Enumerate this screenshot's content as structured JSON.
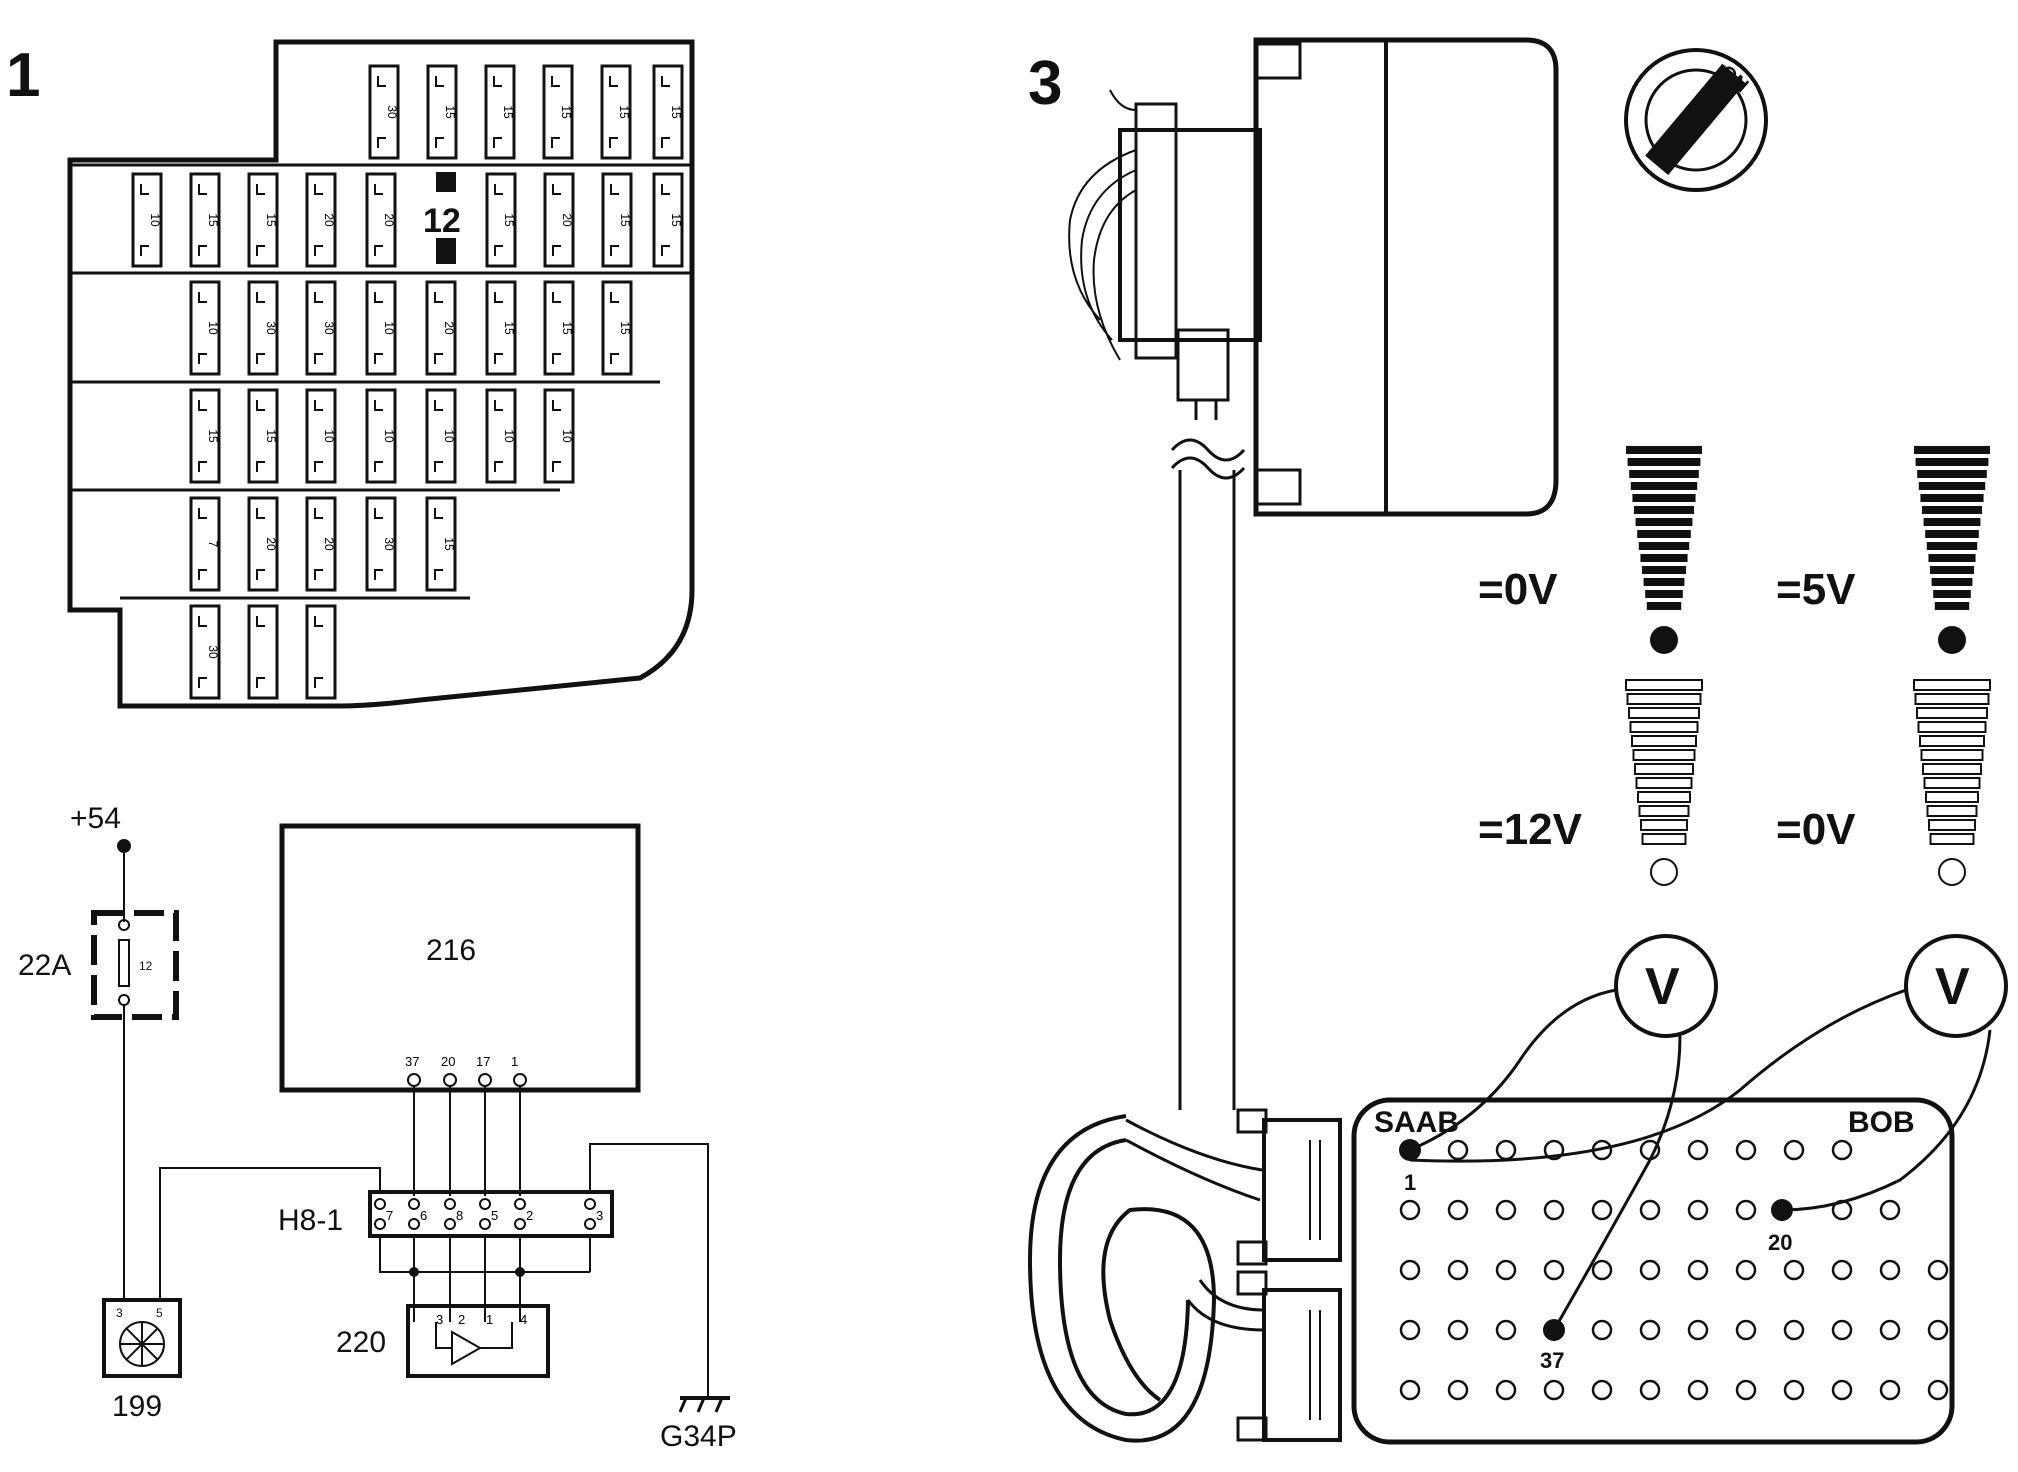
{
  "panels": {
    "panel1_number": "1",
    "panel3_number": "3"
  },
  "fuse_box": {
    "highlighted_fuse": "12",
    "rows": [
      [
        "30",
        "15",
        "15",
        "15",
        "15",
        "15"
      ],
      [
        "10",
        "15",
        "15",
        "20",
        "20",
        "",
        "15",
        "20",
        "15",
        "15"
      ],
      [
        "10",
        "30",
        "30",
        "10",
        "20",
        "15",
        "15",
        "15"
      ],
      [
        "15",
        "15",
        "10",
        "10",
        "10",
        "10",
        "10"
      ],
      [
        "7",
        "20",
        "20",
        "30",
        "15"
      ],
      [
        "30",
        "",
        ""
      ]
    ]
  },
  "schematic": {
    "supply_label": "+54",
    "fuse_label": "22A",
    "fuse_value": "12",
    "ecu_label": "216",
    "ecu_pins": [
      "37",
      "20",
      "17",
      "1"
    ],
    "connector_label": "H8-1",
    "connector_pins": [
      "7",
      "6",
      "8",
      "5",
      "2",
      "3"
    ],
    "amplifier_label": "220",
    "amplifier_pins": [
      "3",
      "2",
      "1",
      "4"
    ],
    "sensor_label": "199",
    "sensor_pins": [
      "3",
      "5"
    ],
    "ground_label": "G34P"
  },
  "measurement": {
    "ignition_label": "ON",
    "gauge_left": {
      "top": "=0V",
      "bottom": "=12V"
    },
    "gauge_right": {
      "top": "=5V",
      "bottom": "=0V"
    },
    "meter_symbol": "V",
    "breakout_brand": "SAAB",
    "breakout_name": "BOB",
    "pins": [
      "1",
      "37",
      "20"
    ]
  }
}
